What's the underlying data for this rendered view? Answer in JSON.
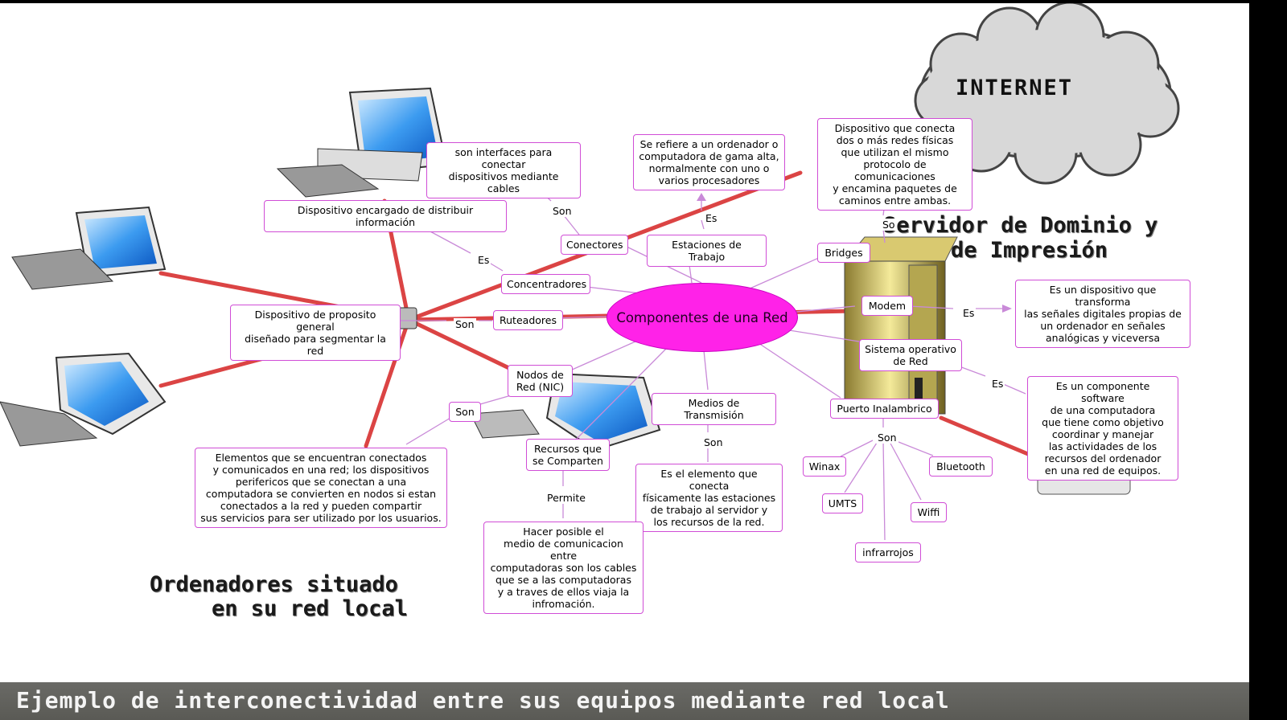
{
  "central": "Componentes de una Red",
  "banners": {
    "internet": "INTERNET",
    "server_title_line1": "Servidor de Dominio y",
    "server_title_line2": "de Impresión",
    "local_caption_line1": "Ordenadores situado",
    "local_caption_line2": "en su red local",
    "footer": "Ejemplo de interconectividad entre sus equipos mediante red local"
  },
  "nodes": {
    "conectores": "Conectores",
    "conectores_def": "son interfaces para conectar\ndispositivos mediante cables",
    "concentradores": "Concentradores",
    "concentradores_def": "Dispositivo encargado de distribuir información",
    "ruteadores": "Ruteadores",
    "ruteadores_def": "Dispositivo de proposito general\ndiseñado para segmentar la red",
    "estaciones": "Estaciones de Trabajo",
    "estaciones_def": "Se refiere a un ordenador o\ncomputadora de gama alta,\nnormalmente con uno o\nvarios procesadores",
    "bridges": "Bridges",
    "bridges_def": "Dispositivo que conecta\ndos o más redes físicas\nque utilizan el mismo\nprotocolo de comunicaciones\ny encamina paquetes de\ncaminos entre ambas.",
    "modem": "Modem",
    "modem_def": "Es un dispositivo que transforma\nlas señales digitales propias de\nun ordenador en señales\nanalógicas y viceversa",
    "sistema": "Sistema operativo\nde Red",
    "sistema_def": "Es un componente software\nde una computadora\nque tiene como objetivo\ncoordinar y manejar\nlas actividades de los\nrecursos  del ordenador\nen una red de equipos.",
    "puerto": "Puerto Inalambrico",
    "winax": "Winax",
    "umts": "UMTS",
    "infrarrojos": "infrarrojos",
    "wiffi": "Wiffi",
    "bluetooth": "Bluetooth",
    "medios": "Medios de Transmisión",
    "medios_def": "Es el elemento que conecta\nfísicamente las estaciones\nde trabajo al servidor y\nlos recursos de la red.",
    "recursos": "Recursos que\nse Comparten",
    "recursos_def": "Hacer posible  el\nmedio de comunicacion entre\ncomputadoras son los cables\nque se a las computadoras\ny a traves de ellos viaja la\ninfromación.",
    "nodos": "Nodos de\nRed (NIC)",
    "son_box": "Son",
    "nodos_def": "Elementos que se encuentran conectados\ny comunicados en una red; los dispositivos\nperifericos que se conectan a una\ncomputadora se convierten en nodos si estan\nconectados a la red y pueden compartir\nsus servicios para ser utilizado por los usuarios."
  },
  "links": {
    "son_conectores": "Son",
    "es_concentradores": "Es",
    "son_ruteadores": "Son",
    "es_estaciones": "Es",
    "so_bridges": "So",
    "es_modem": "Es",
    "es_sistema": "Es",
    "son_puerto": "Son",
    "son_medios": "Son",
    "permite": "Permite"
  },
  "colors": {
    "central": "#ff22e8",
    "node_border": "#d04dd6",
    "connector": "#c98ad8",
    "network_cable": "#d83030"
  }
}
